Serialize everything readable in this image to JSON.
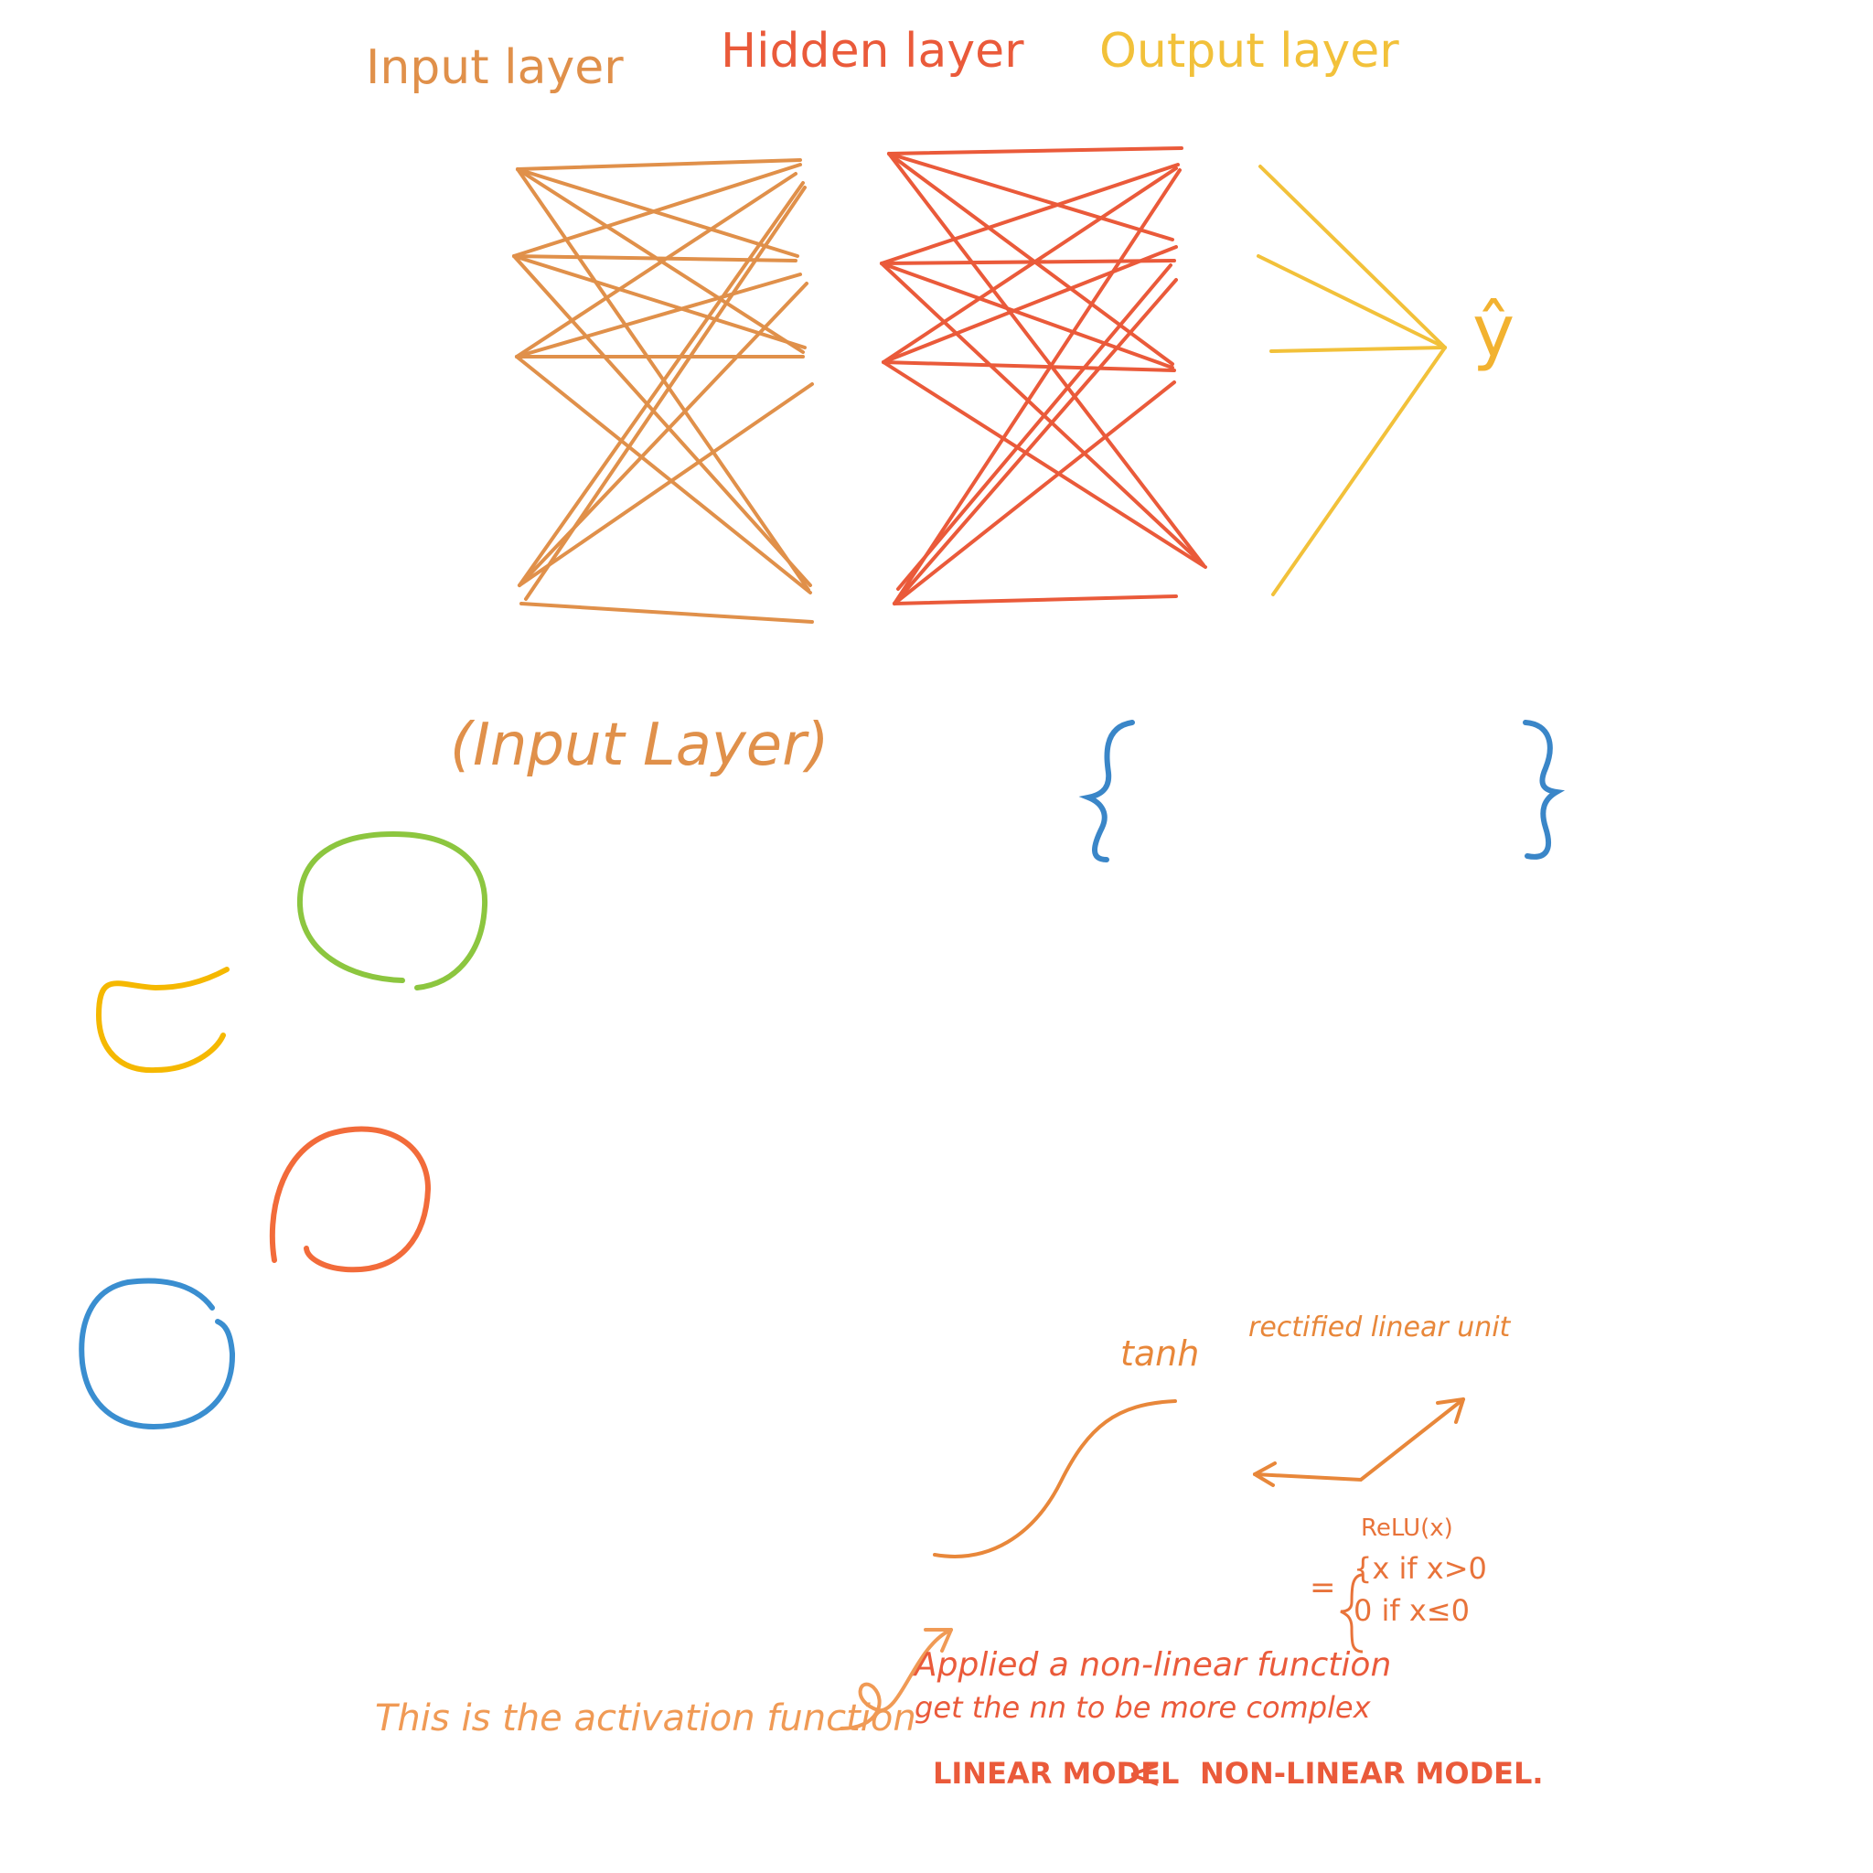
{
  "layers": {
    "input_title": "Input layer",
    "hidden_title": "Hidden layer",
    "output_title": "Output layer",
    "output_symbol": "ŷ"
  },
  "annotations": {
    "input_layer_paren": "(Input Layer)",
    "tanh": "tanh",
    "relu_name": "rectified linear unit",
    "relu_formula_title": "ReLU(x)",
    "relu_eq": "=",
    "relu_case_1": "{x if x>0",
    "relu_case_2": " 0 if x≤0",
    "activation_note": "This is the activation function",
    "nonlinear_line_1": "Applied a non-linear function",
    "nonlinear_line_2": "get the nn to be more complex",
    "linear_model": "LINEAR MODEL",
    "less_than": "<",
    "nonlinear_model": "NON-LINEAR MODEL."
  },
  "colors": {
    "input": "#e0904a",
    "hidden": "#ea5a3a",
    "output": "#f2c13a",
    "brace": "#3a86c8",
    "circle_green": "#8cc63f",
    "circle_yellow": "#f5b800",
    "circle_red": "#f26b3a",
    "circle_blue": "#3a8ed0",
    "note": "#e8873a"
  }
}
